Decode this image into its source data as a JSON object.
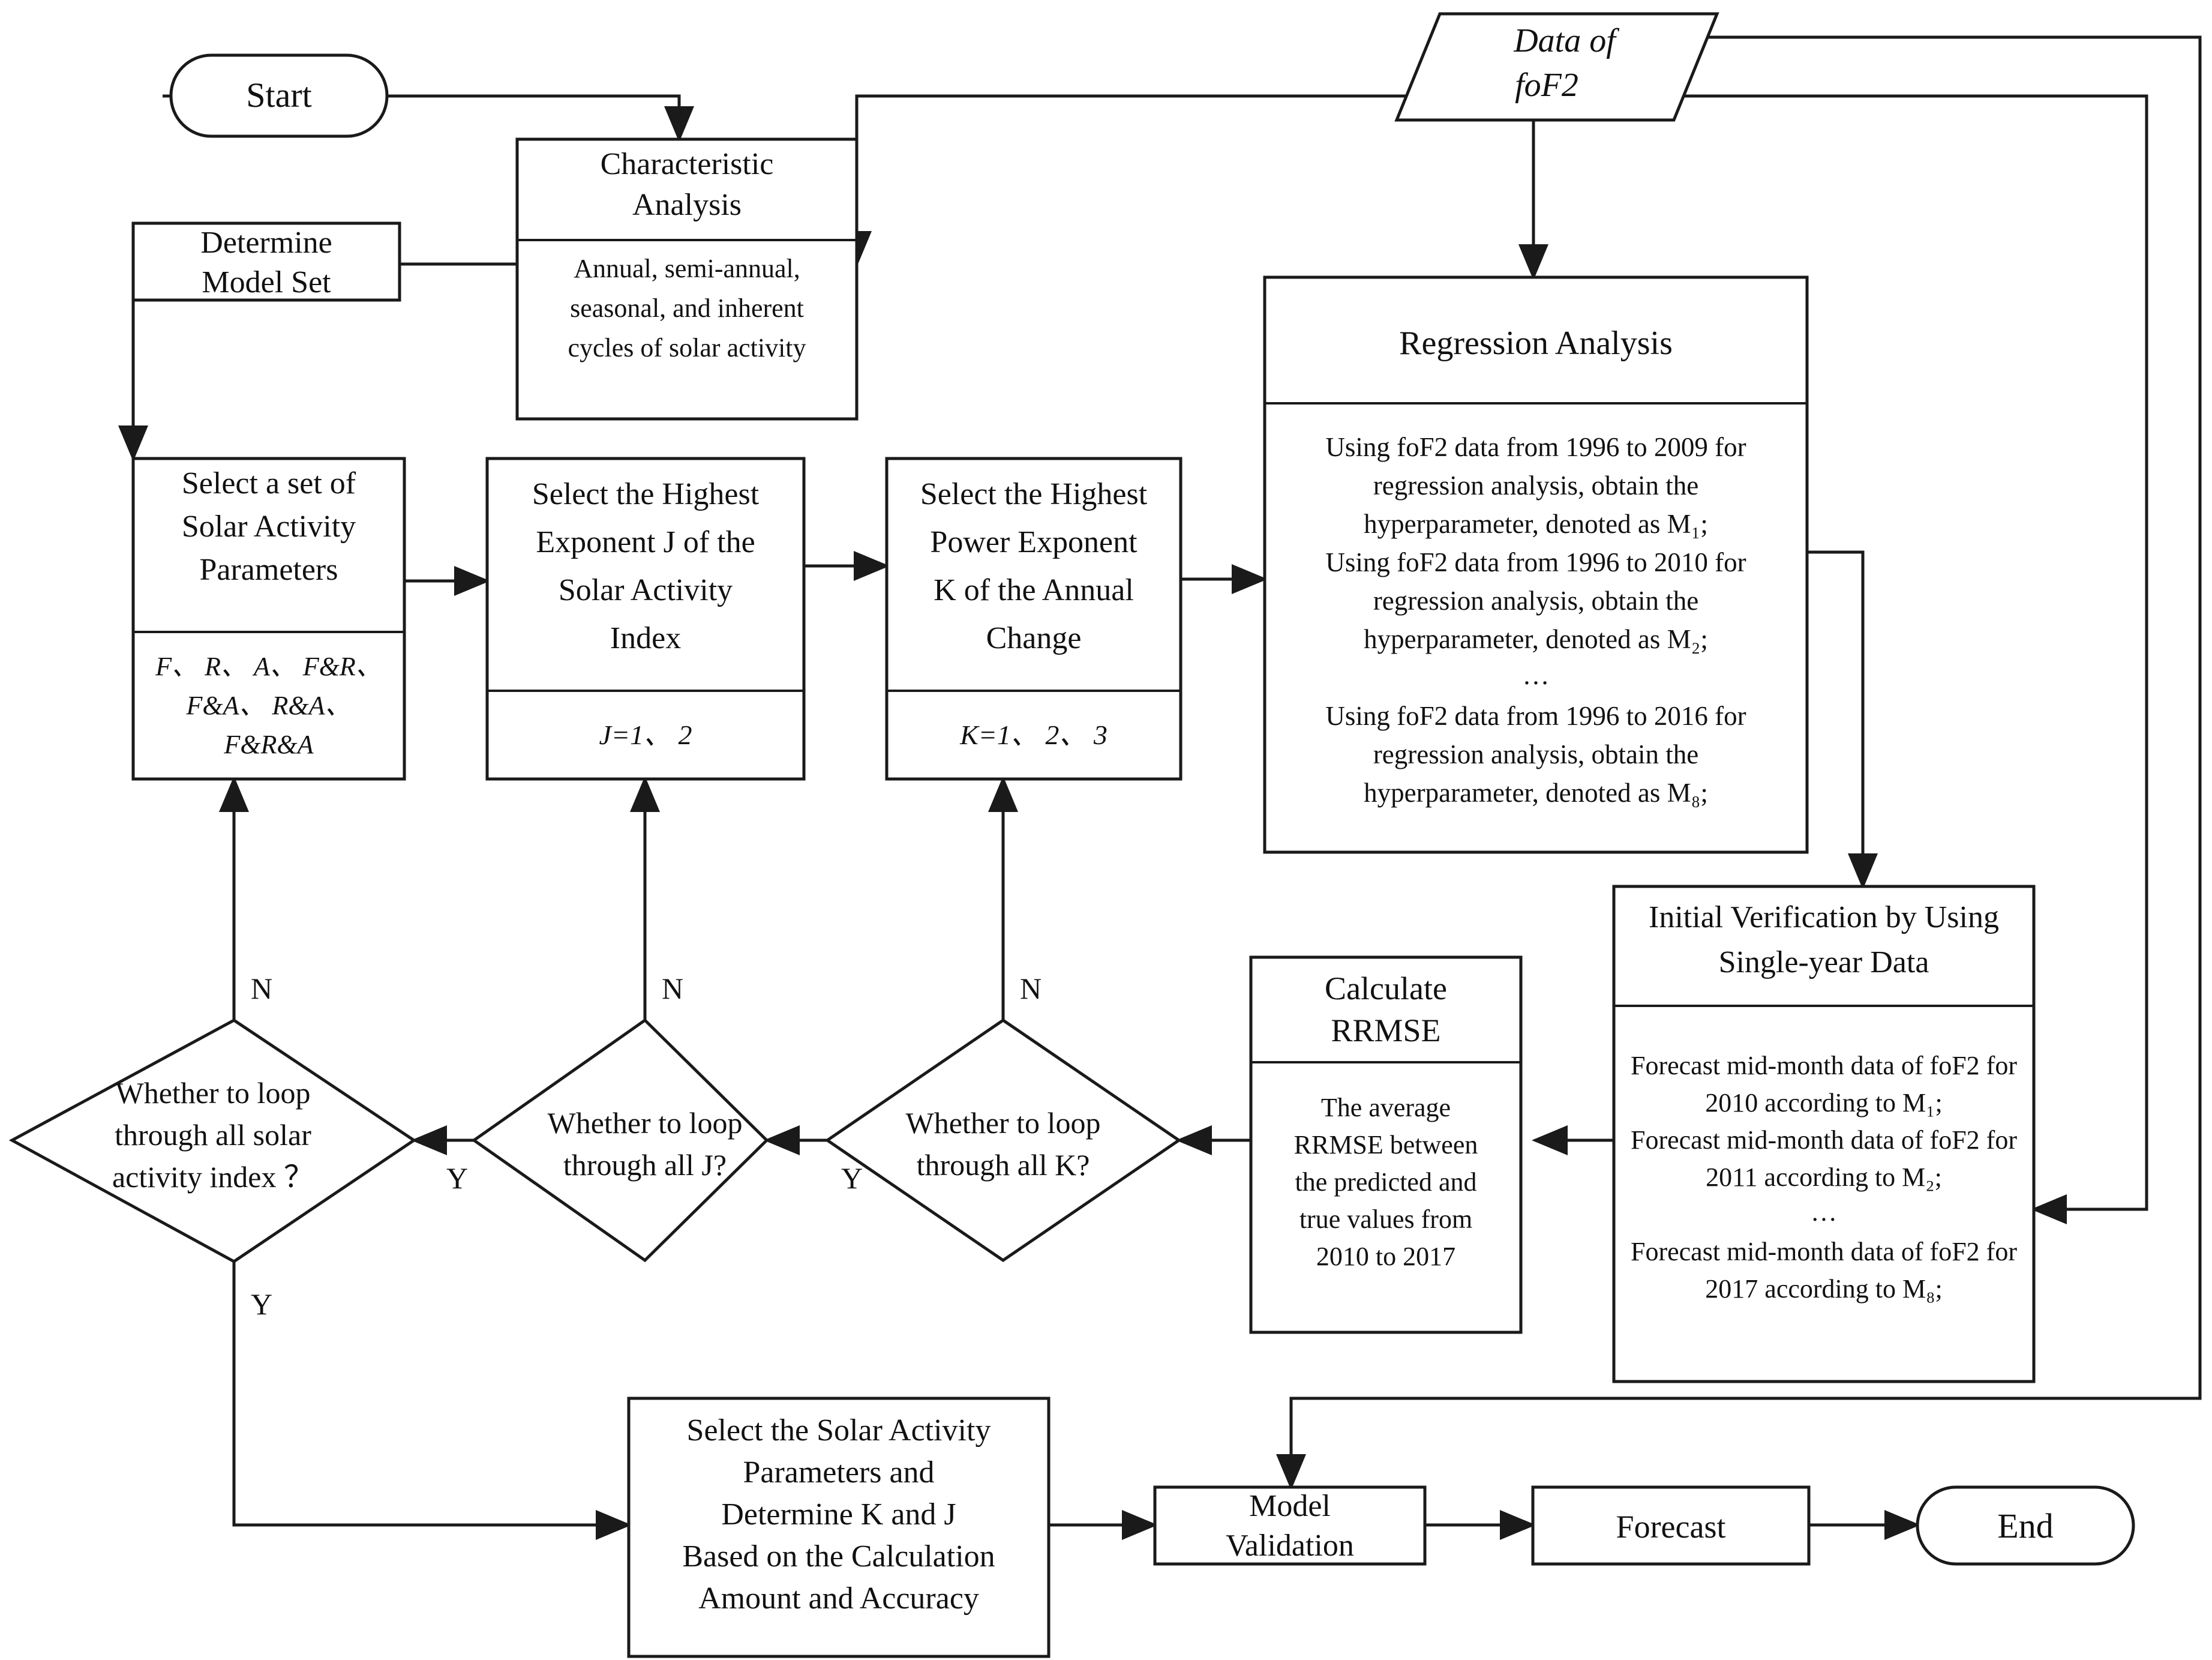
{
  "diagram": {
    "title": "Flowchart of foF2 forecasting model construction",
    "type": "flowchart",
    "stroke_color": "#1a1a1a",
    "fill_color": "#ffffff",
    "text_color": "#111111"
  },
  "nodes": {
    "start": {
      "label": "Start",
      "shape": "terminator"
    },
    "end": {
      "label": "End",
      "shape": "terminator"
    },
    "data_fof2": {
      "label_line1": "Data of",
      "label_line2": "foF2",
      "shape": "parallelogram"
    },
    "characteristic_analysis": {
      "header_line1": "Characteristic",
      "header_line2": "Analysis",
      "body_line1": "Annual, semi-annual,",
      "body_line2": "seasonal, and inherent",
      "body_line3": "cycles of solar activity",
      "shape": "split-box"
    },
    "determine_model_set": {
      "line1": "Determine",
      "line2": "Model Set",
      "shape": "box"
    },
    "select_params": {
      "header_line1": "Select a set of",
      "header_line2": "Solar Activity",
      "header_line3": "Parameters",
      "body_line1": "F、 R、 A、 F&R、",
      "body_line2": "F&A、 R&A、",
      "body_line3": "F&R&A",
      "shape": "split-box"
    },
    "select_j": {
      "header_line1": "Select the Highest",
      "header_line2": "Exponent J of the",
      "header_line3": "Solar Activity",
      "header_line4": "Index",
      "body_line1": "J=1、 2",
      "shape": "split-box"
    },
    "select_k": {
      "header_line1": "Select the Highest",
      "header_line2": "Power Exponent",
      "header_line3": "K of the Annual",
      "header_line4": "Change",
      "body_line1": "K=1、 2、 3",
      "shape": "split-box"
    },
    "regression_analysis": {
      "header": "Regression Analysis",
      "body_line1": "Using foF2 data from 1996 to 2009 for",
      "body_line2": "regression analysis, obtain the",
      "body_line3": "hyperparameter, denoted as M₁;",
      "body_line4": "Using foF2 data from 1996 to 2010 for",
      "body_line5": "regression analysis, obtain the",
      "body_line6": "hyperparameter, denoted as M₂;",
      "body_line7": "…",
      "body_line8": "Using foF2 data from 1996 to 2016 for",
      "body_line9": "regression analysis, obtain the",
      "body_line10": "hyperparameter, denoted as M₈;",
      "shape": "split-box"
    },
    "initial_verification": {
      "header_line1": "Initial Verification by Using",
      "header_line2": "Single-year Data",
      "body_line1": "Forecast mid-month data of foF2 for",
      "body_line2": "2010 according to M₁;",
      "body_line3": "Forecast mid-month data of foF2 for",
      "body_line4": "2011 according to M₂;",
      "body_line5": "…",
      "body_line6": "Forecast mid-month data of foF2 for",
      "body_line7": "2017 according to M₈;",
      "shape": "split-box"
    },
    "calculate_rrmse": {
      "header_line1": "Calculate",
      "header_line2": "RRMSE",
      "body_line1": "The average",
      "body_line2": "RRMSE between",
      "body_line3": "the predicted and",
      "body_line4": "true values from",
      "body_line5": "2010 to 2017",
      "shape": "split-box"
    },
    "decision_k": {
      "line1": "Whether to loop",
      "line2": "through all K?",
      "shape": "diamond"
    },
    "decision_j": {
      "line1": "Whether to loop",
      "line2": "through all J?",
      "shape": "diamond"
    },
    "decision_index": {
      "line1": "Whether to loop",
      "line2": "through all solar",
      "line3": "activity index ？",
      "shape": "diamond"
    },
    "select_final": {
      "line1": "Select the Solar Activity",
      "line2": "Parameters and",
      "line3": "Determine K and J",
      "line4": "Based on the Calculation",
      "line5": "Amount and Accuracy",
      "shape": "box"
    },
    "model_validation": {
      "line1": "Model",
      "line2": "Validation",
      "shape": "box"
    },
    "forecast": {
      "label": "Forecast",
      "shape": "box"
    }
  },
  "edge_labels": {
    "k_no": "N",
    "k_yes": "Y",
    "j_no": "N",
    "j_yes": "Y",
    "index_no": "N",
    "index_yes": "Y"
  }
}
